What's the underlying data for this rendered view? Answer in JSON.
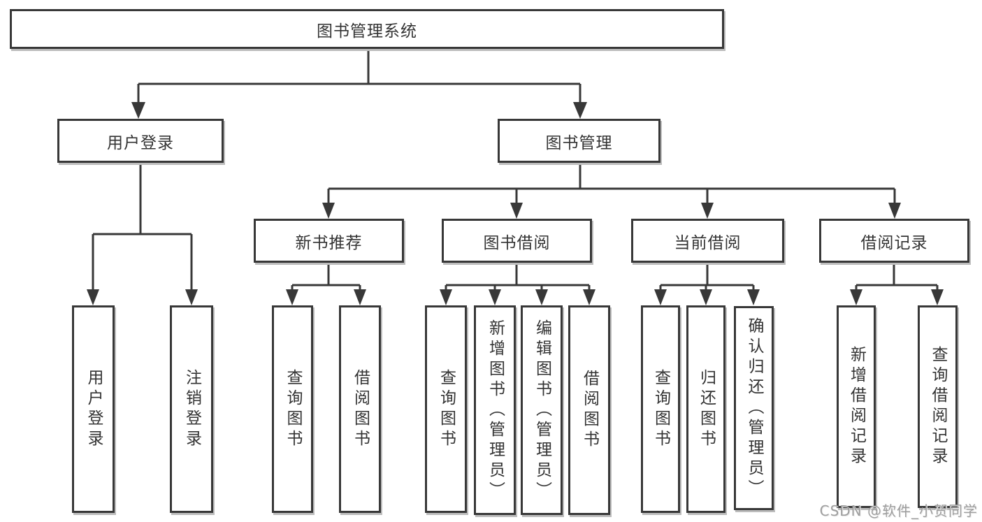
{
  "tree": {
    "root": {
      "label": "图书管理系统"
    },
    "children": [
      {
        "label": "用户登录",
        "children": [
          {
            "label": "用户登录"
          },
          {
            "label": "注销登录"
          }
        ]
      },
      {
        "label": "图书管理",
        "children": [
          {
            "label": "新书推荐",
            "children": [
              {
                "label": "查询图书"
              },
              {
                "label": "借阅图书"
              }
            ]
          },
          {
            "label": "图书借阅",
            "children": [
              {
                "label": "查询图书"
              },
              {
                "label": "新增图书（管理员）"
              },
              {
                "label": "编辑图书（管理员）"
              },
              {
                "label": "借阅图书"
              }
            ]
          },
          {
            "label": "当前借阅",
            "children": [
              {
                "label": "查询图书"
              },
              {
                "label": "归还图书"
              },
              {
                "label": "确认归还（管理员）"
              }
            ]
          },
          {
            "label": "借阅记录",
            "children": [
              {
                "label": "新增借阅记录"
              },
              {
                "label": "查询借阅记录"
              }
            ]
          }
        ]
      }
    ]
  },
  "watermark": "CSDN @软件_小贺同学",
  "colors": {
    "line": "#383838",
    "box_border": "#383838",
    "box_background": "#ffffff",
    "text": "#333333",
    "watermark": "#9e9e9e",
    "background": "#ffffff"
  }
}
